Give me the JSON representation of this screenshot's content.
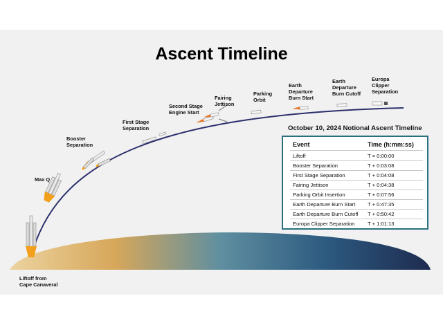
{
  "title": "Ascent Timeline",
  "labels": {
    "liftoff": "Liftoff from\nCape Canaveral",
    "max_q": "Max Q",
    "booster_sep": "Booster\nSeparation",
    "first_stage_sep": "First Stage\nSeparation",
    "second_stage_start": "Second Stage\nEngine Start",
    "fairing": "Fairing\nJettison",
    "parking": "Parking\nOrbit",
    "edb_start": "Earth\nDeparture\nBurn Start",
    "edb_cutoff": "Earth\nDeparture\nBurn Cutoff",
    "clipper_sep": "Europa\nClipper\nSeparation"
  },
  "table": {
    "title": "October 10, 2024 Notional Ascent Timeline",
    "header": {
      "event": "Event",
      "time": "Time (h:mm:ss)"
    },
    "rows": [
      {
        "event": "Liftoff",
        "time": "T = 0:00:00"
      },
      {
        "event": "Booster Separation",
        "time": "T + 0:03:08"
      },
      {
        "event": "First Stage Separation",
        "time": "T + 0:04:08"
      },
      {
        "event": "Fairing Jettison",
        "time": "T + 0:04:38"
      },
      {
        "event": "Parking Orbit Insertion",
        "time": "T + 0:07:56"
      },
      {
        "event": "Earth Departure Burn Start",
        "time": "T + 0:47:35"
      },
      {
        "event": "Earth Departure Burn Cutoff",
        "time": "T + 0:50:42"
      },
      {
        "event": "Europa Clipper Separation",
        "time": "T + 1:01:13"
      }
    ]
  },
  "colors": {
    "trajectory": "#2b2f6b",
    "table_border": "#2a6f80",
    "ground_left": "#e8c77a",
    "ground_mid": "#5f8fa0",
    "ground_right": "#1e2b4f",
    "flame": "#f2a01c"
  }
}
